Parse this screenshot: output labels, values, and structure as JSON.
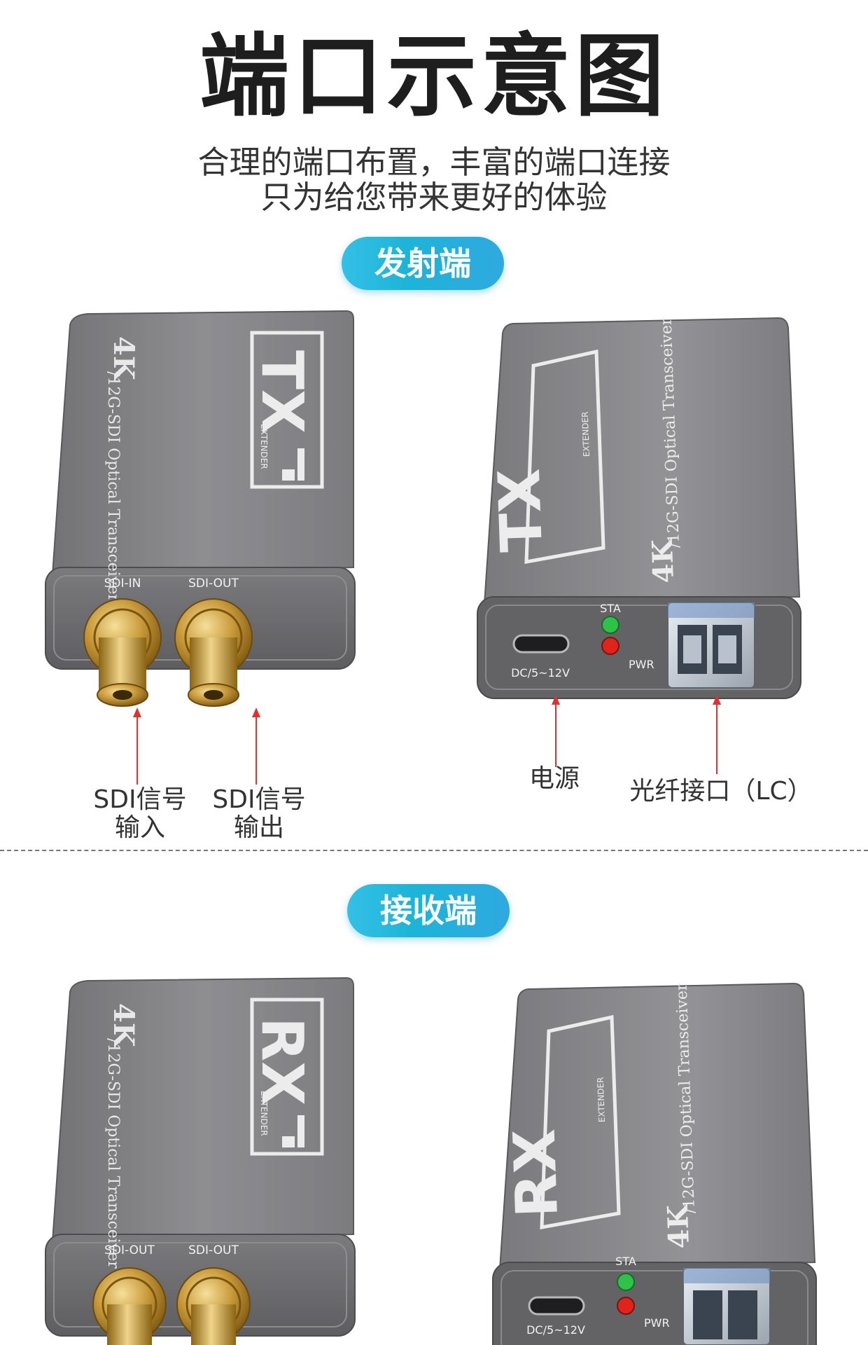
{
  "header": {
    "title": "端口示意图",
    "subtitle_line1": "合理的端口布置，丰富的端口连接",
    "subtitle_line2": "只为给您带来更好的体验"
  },
  "tx_section": {
    "pill": "发射端",
    "front": {
      "brand": "4K",
      "model": "/12G-SDI Optical Transceiver",
      "logo": "TX",
      "logo_sub": "EXTENDER",
      "port1": "SDI-IN",
      "port2": "SDI-OUT",
      "callout1_l1": "SDI信号",
      "callout1_l2": "输入",
      "callout2_l1": "SDI信号",
      "callout2_l2": "输出"
    },
    "back": {
      "brand": "4K",
      "model": "/12G-SDI Optical Transceiver",
      "logo": "TX",
      "logo_sub": "EXTENDER",
      "led1": "STA",
      "led2": "PWR",
      "power_label": "DC/5~12V",
      "callout_power": "电源",
      "callout_fiber": "光纤接口（LC）"
    }
  },
  "rx_section": {
    "pill": "接收端",
    "front": {
      "brand": "4K",
      "model": "/12G-SDI Optical Transceiver",
      "logo": "RX",
      "logo_sub": "EXTENDER",
      "port1": "SDI-OUT",
      "port2": "SDI-OUT"
    },
    "back": {
      "brand": "4K",
      "model": "/12G-SDI Optical Transceiver",
      "logo": "RX",
      "logo_sub": "EXTENDER",
      "led1": "STA",
      "led2": "PWR",
      "power_label": "DC/5~12V"
    }
  },
  "colors": {
    "accent": "#1db4d8",
    "device_body": "#8a8a8c",
    "device_dark": "#57575a",
    "gold": "#c99a3a",
    "led_green": "#2ec24a",
    "led_red": "#e0241c",
    "arrow_red": "#e23030"
  }
}
